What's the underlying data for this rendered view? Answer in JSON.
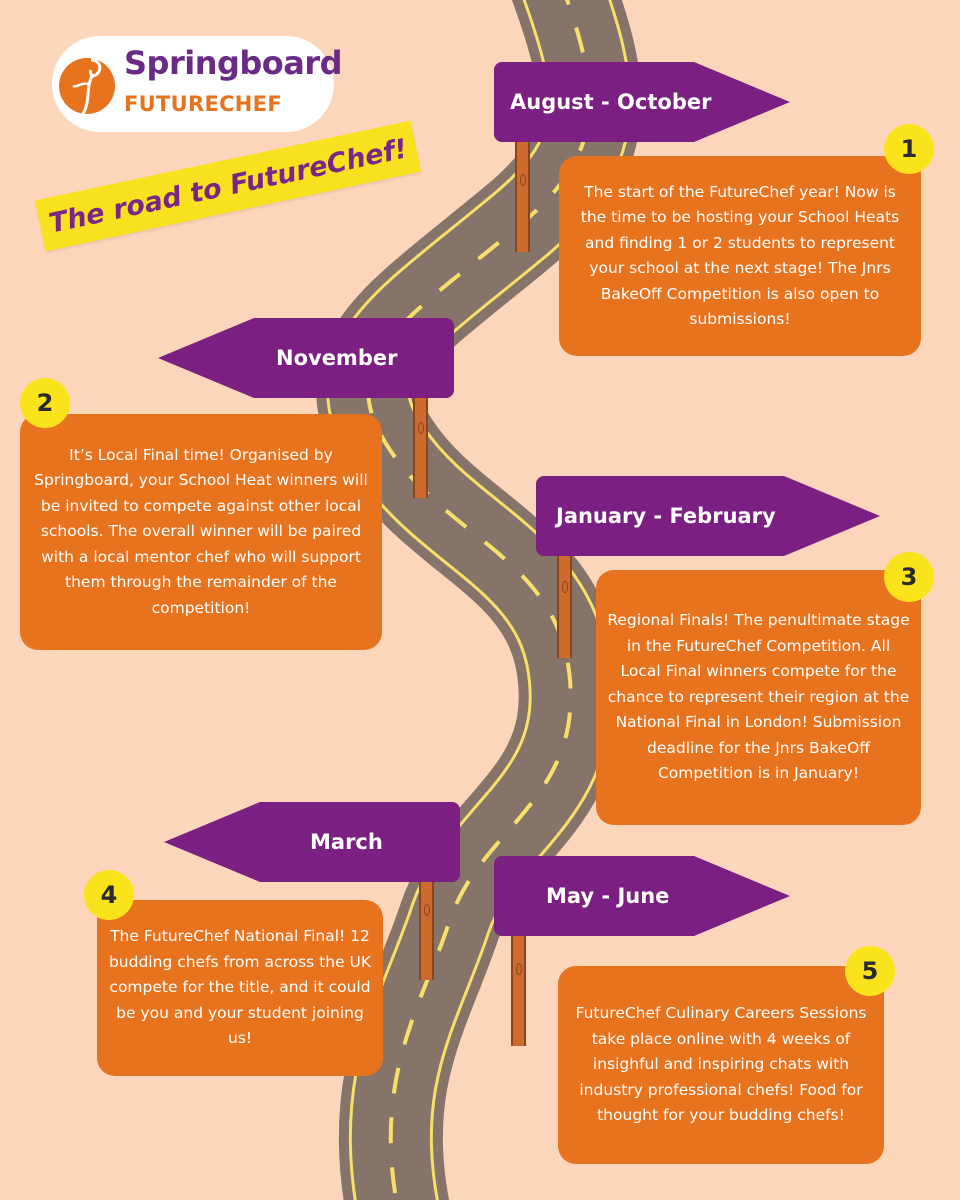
{
  "logo": {
    "brand": "Springboard",
    "sub": "FUTURECHEF",
    "icon": "chef-figure-icon"
  },
  "banner": {
    "title": "The road to FutureChef!"
  },
  "colors": {
    "background": "#fcd6bb",
    "road": "#86736a",
    "road_edge": "#fcd6bb",
    "road_dashes": "#f8df6a",
    "sign": "#7b1f82",
    "card": "#e8731e",
    "badge": "#fbe31c",
    "banner": "#fae11f",
    "banner_text": "#7a2688",
    "logo_purple": "#6b2a86",
    "logo_orange": "#e8731e",
    "pole": "#cc6a2f"
  },
  "steps": [
    {
      "number": "1",
      "period": "August - October",
      "text": "The start of the FutureChef year! Now is the time to be hosting your School Heats and finding 1 or 2 students to represent your school at the next stage! The Jnrs BakeOff Competition is also open to submissions!"
    },
    {
      "number": "2",
      "period": "November",
      "text": "It’s Local Final time! Organised by Springboard, your School Heat winners will be invited to compete against other local schools. The overall winner will be paired with a local mentor chef who will support them through the remainder of the competition!"
    },
    {
      "number": "3",
      "period": "January - February",
      "text": "Regional Finals! The penultimate stage in the FutureChef Competition. All Local Final winners compete for the chance to represent their region at the National Final in London! Submission deadline for the Jnrs BakeOff Competition is in January!"
    },
    {
      "number": "4",
      "period": "March",
      "text": "The FutureChef National Final! 12 budding chefs from across the UK compete for the title, and it could be you and your student joining us!"
    },
    {
      "number": "5",
      "period": "May - June",
      "text": "FutureChef Culinary Careers Sessions take place online with 4 weeks of insighful and inspiring chats with industry professional chefs! Food for thought for your budding chefs!"
    }
  ]
}
